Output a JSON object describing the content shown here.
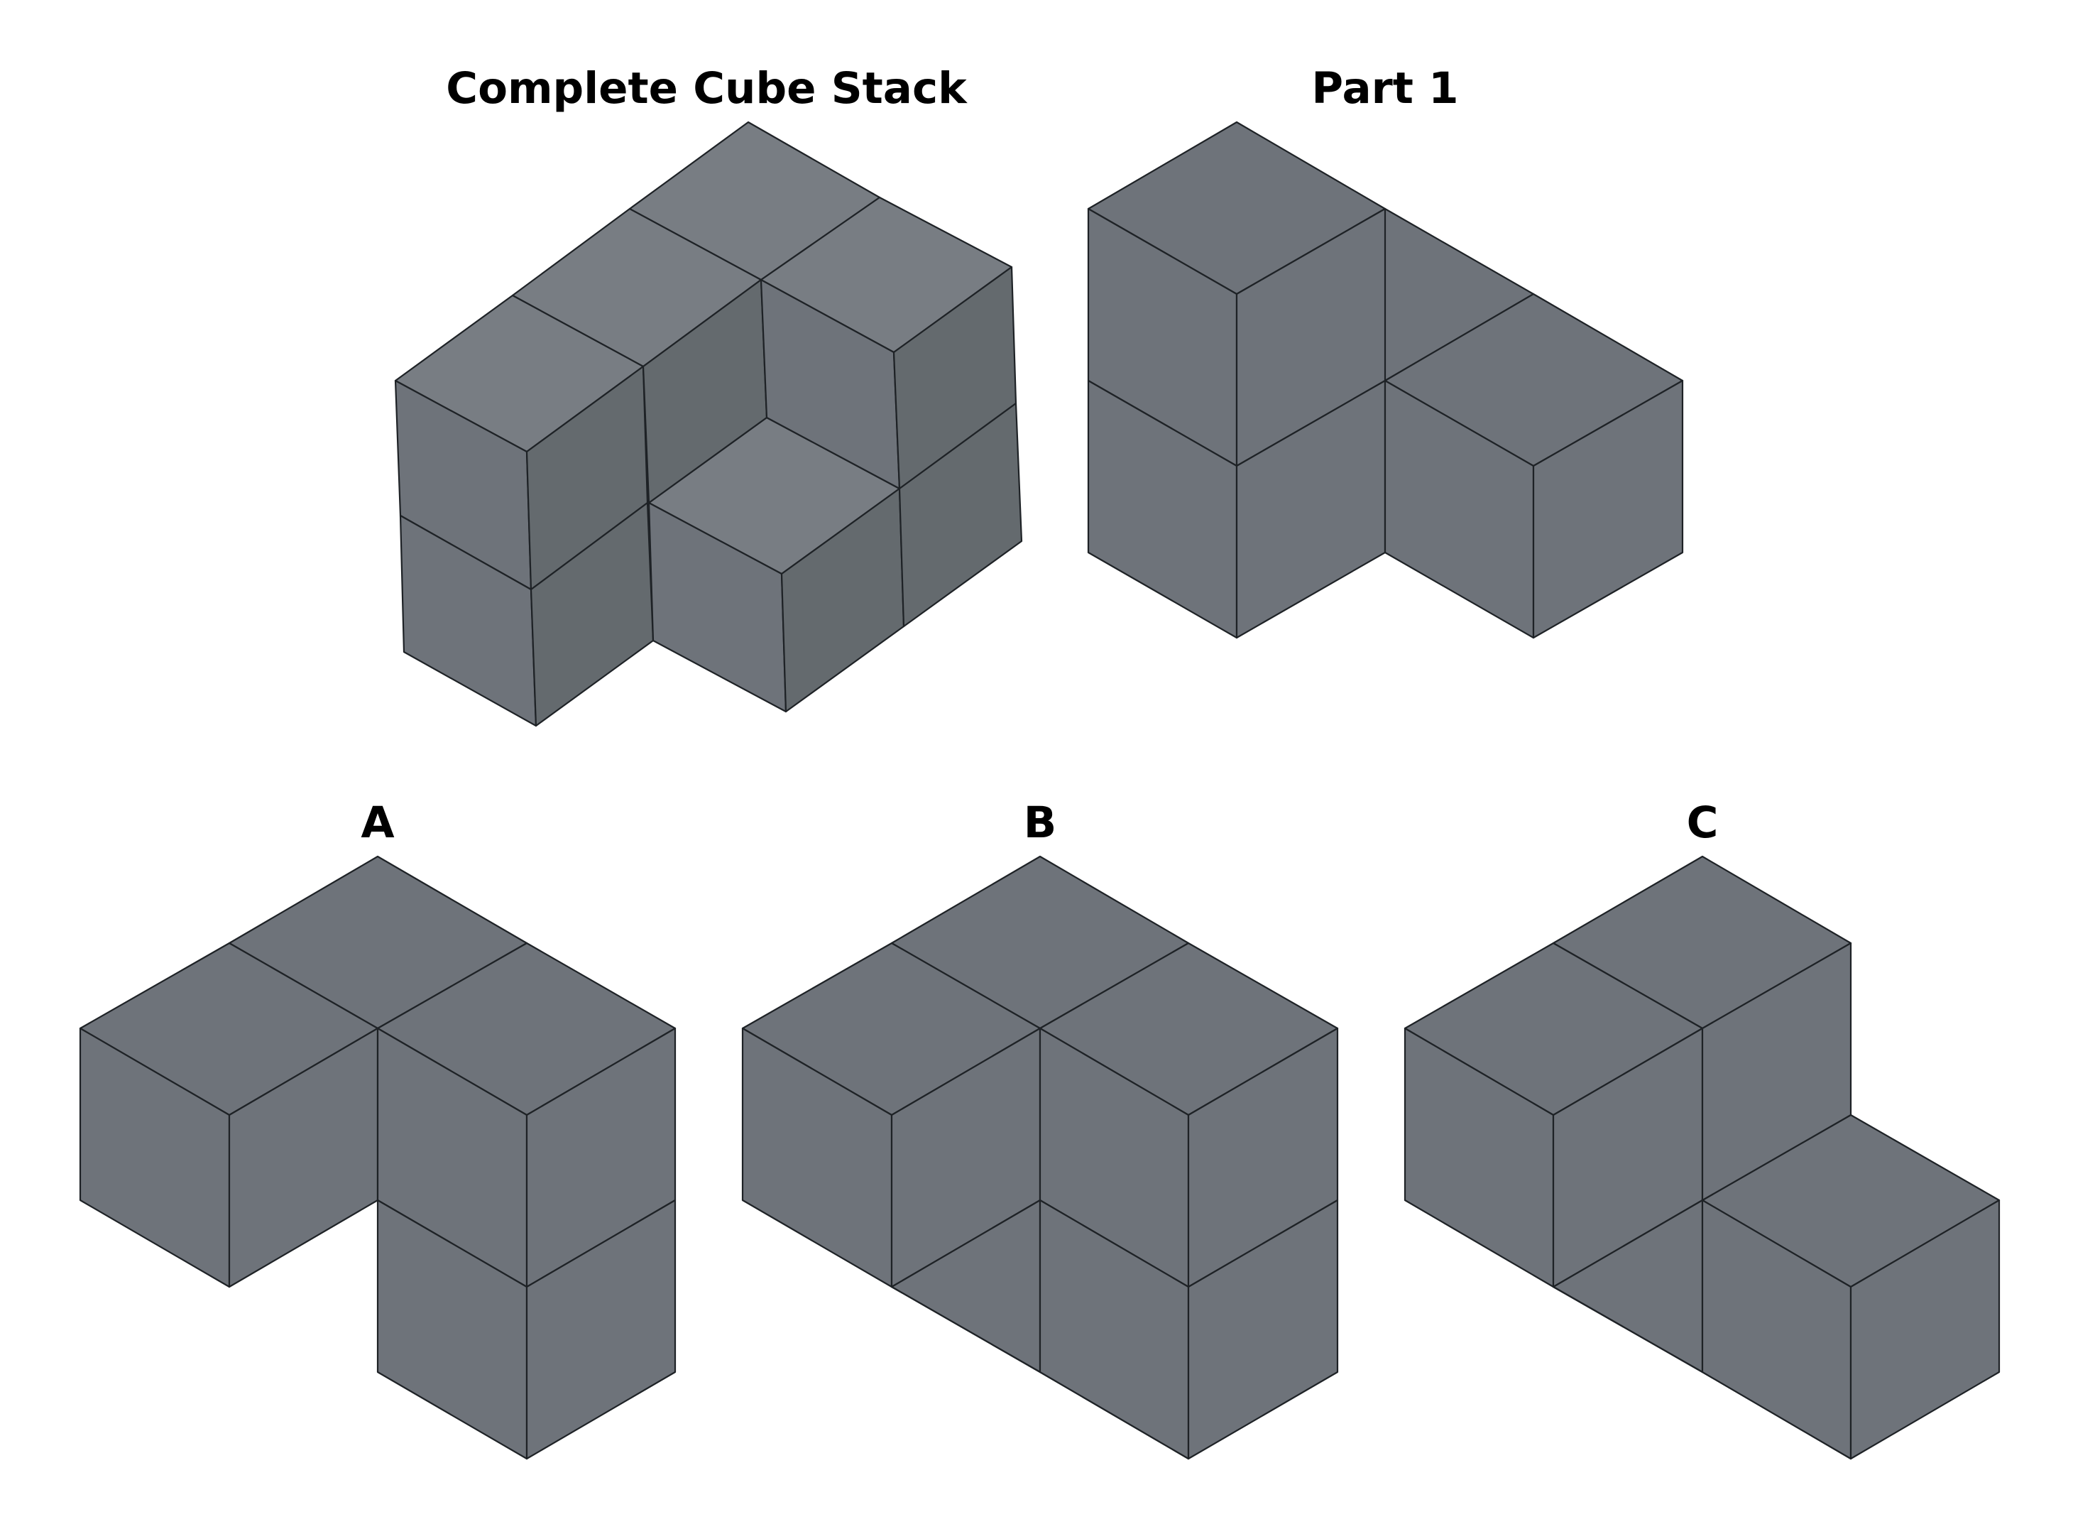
{
  "colors": {
    "background": "#ffffff",
    "top_face_light": "#787d83",
    "face_mid": "#6e737a",
    "face_dark": "#646a6e",
    "edge": "#1e2226",
    "title_text": "#000000"
  },
  "panels": [
    {
      "id": "complete",
      "title": "Complete Cube Stack",
      "faces": [
        {
          "tone": "top_face_light",
          "cell": "1,0,1"
        }
      ]
    },
    {
      "id": "part1",
      "title": "Part 1"
    },
    {
      "id": "option_a",
      "title": "A"
    },
    {
      "id": "option_b",
      "title": "B"
    },
    {
      "id": "option_c",
      "title": "C"
    }
  ]
}
